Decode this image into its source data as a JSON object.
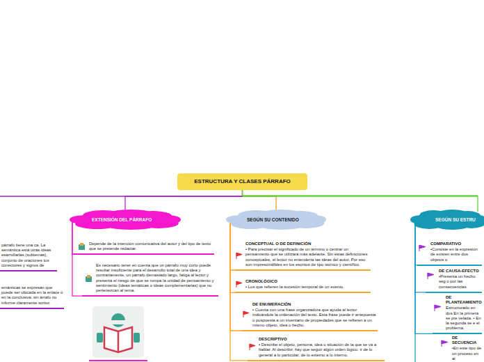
{
  "diagram": {
    "nodes": [
      {
        "text": [
          "ESTRUCTURA Y CLASES PÁRRAFO"
        ]
      },
      {
        "text": [
          "párrafo tiene una ca. La semántica está otras ideas esarrollarlas (subtemas), conjunto de oraciones tos conectores y signos de"
        ]
      },
      {
        "text": [
          "emánticas se expresan que puede ser ubicada en la enlace o en la conclusiva; sin árrafo no informe claramente scritor."
        ]
      },
      {
        "text": [
          "EXTENSIÓN DEL PÁRRAFO"
        ]
      },
      {
        "text": [
          "Depende de la intención comunicativa del autor y del tipo de texto que se pretende redactar."
        ]
      },
      {
        "text": [
          "Es necesario tener en cuenta que un párrafo muy corto puede resultar insuficiente para el desarrollo total de una idea y contrariamente, un párrafo demasiado largo, fatiga al lector y presenta el riesgo de que se rompa la unidad de pensamiento y sentimiento (ideas temáticas o ideas complementarias) que no pertenezcan al tema."
        ]
      },
      {
        "text": [
          "SEGÚN SU CONTENIDO"
        ]
      },
      {
        "text": [
          "CONCEPTUAL O DE DEFINICIÓN",
          "• Para precisar el significado de un término o centrar un pensamiento que se utilizará más adelante. Sin estas definiciones conceptuales, el lector no entendería las ideas del autor. Por eso son imprescindibles en los escritos de tipo técnico y científico."
        ]
      },
      {
        "text": [
          "CRONOLÓGICO",
          "• Los que refieren la sucesión temporal de un evento."
        ]
      },
      {
        "text": [
          "DE ENUMERACIÓN",
          "• Cuenta con una frase organizadora que ayuda al lector indicándole la ordenación del texto. Esta frase puede ir antepuesta o pospuesta a un inventario de propiedades que se refieren a un mismo objeto, idea o hecho."
        ]
      },
      {
        "text": [
          "DESCRIPTIVO",
          "• Describe el objeto, persona, idea o situación de la que se va a hablar. Al describir, hay que seguir algún orden lógico: ir de lo general a lo particular, de lo externo a lo interno."
        ]
      },
      {
        "text": [
          "SEGÚN SU ESTRU"
        ]
      },
      {
        "text": [
          "COMPARATIVO",
          "•Consiste en la expresión de existen entre dos objetos o"
        ]
      },
      {
        "text": [
          "DE CAUSA-EFECTO",
          "•Presenta un hecho seg o por las consecuencias"
        ]
      },
      {
        "text": [
          "DE PLANTEAMIENTO",
          "Estructurado en dos En la primera se pre velada. • En la segunda se e el problema."
        ]
      },
      {
        "text": [
          "DE SECUENCIA",
          "•En este tipo de un proceso en al"
        ]
      }
    ],
    "edges": [
      {
        "from": 0,
        "to": 3,
        "arrow": "none"
      },
      {
        "from": 0,
        "to": 6,
        "arrow": "none"
      },
      {
        "from": 0,
        "to": 11,
        "arrow": "none"
      },
      {
        "from": 3,
        "to": 4,
        "arrow": "none"
      },
      {
        "from": 3,
        "to": 5,
        "arrow": "none"
      },
      {
        "from": 6,
        "to": 7,
        "arrow": "none"
      },
      {
        "from": 6,
        "to": 8,
        "arrow": "none"
      },
      {
        "from": 6,
        "to": 9,
        "arrow": "none"
      },
      {
        "from": 6,
        "to": 10,
        "arrow": "none"
      },
      {
        "from": 11,
        "to": 12,
        "arrow": "none"
      },
      {
        "from": 11,
        "to": 13,
        "arrow": "none"
      },
      {
        "from": 11,
        "to": 14,
        "arrow": "none"
      },
      {
        "from": 11,
        "to": 15,
        "arrow": "none"
      }
    ]
  }
}
